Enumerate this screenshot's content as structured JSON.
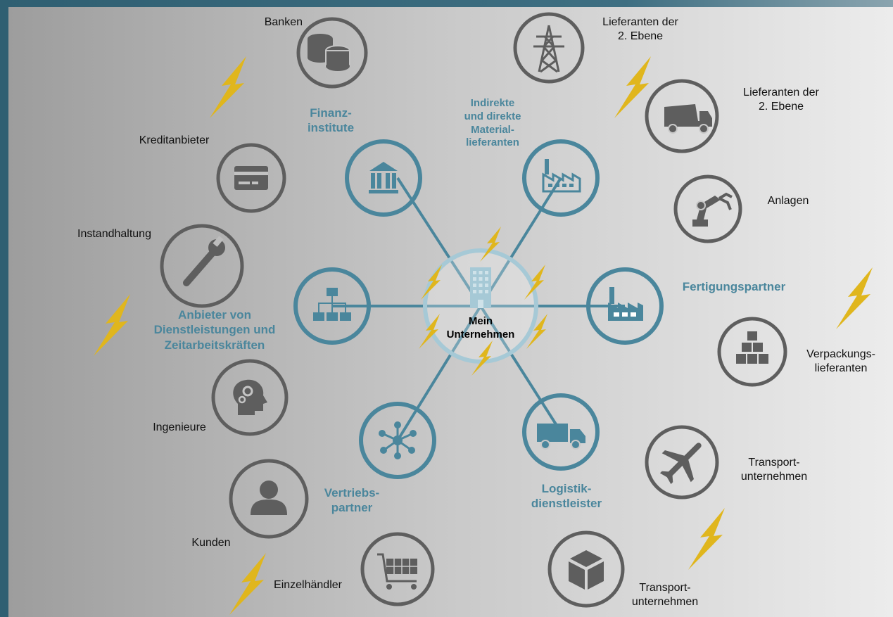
{
  "center": {
    "lines": [
      "Mein",
      "Unternehmen"
    ]
  },
  "categories": {
    "finance": [
      "Finanz-",
      "institute"
    ],
    "materials": [
      "Indirekte",
      "und direkte",
      "Material-",
      "lieferanten"
    ],
    "manufacturing": [
      "Fertigungspartner"
    ],
    "services": [
      "Anbieter von",
      "Dienstleistungen und",
      "Zeitarbeitskräften"
    ],
    "sales": [
      "Vertriebs-",
      "partner"
    ],
    "logistics": [
      "Logistik-",
      "dienstleister"
    ]
  },
  "outer": {
    "banks": [
      "Banken"
    ],
    "credit": [
      "Kreditanbieter"
    ],
    "maintenance": [
      "Instandhaltung"
    ],
    "engineers": [
      "Ingenieure"
    ],
    "customers": [
      "Kunden"
    ],
    "retailers": [
      "Einzelhändler"
    ],
    "supplier_tier2_a": [
      "Lieferanten der",
      "2. Ebene"
    ],
    "supplier_tier2_b": [
      "Lieferanten der",
      "2. Ebene"
    ],
    "equipment": [
      "Anlagen"
    ],
    "packaging": [
      "Verpackungs-",
      "lieferanten"
    ],
    "transport_a": [
      "Transport-",
      "unternehmen"
    ],
    "transport_b": [
      "Transport-",
      "unternehmen"
    ]
  },
  "colors": {
    "teal": "#4a869c",
    "light_teal": "#a6c9d6",
    "gray": "#5e5e5e",
    "lightning": "#e0b61d",
    "frame": "#3d6e82"
  },
  "icons": {
    "center": "office-building-icon",
    "finance": "bank-icon",
    "materials": "factory-icon",
    "manufacturing": "factory-icon",
    "services": "org-chart-icon",
    "sales": "network-icon",
    "logistics": "truck-icon",
    "banks": "coins-icon",
    "credit": "credit-card-icon",
    "maintenance": "wrench-icon",
    "engineers": "head-gears-icon",
    "customers": "person-icon",
    "retailers": "shopping-cart-icon",
    "supplier_tier2_a": "power-tower-icon",
    "supplier_tier2_b": "dump-truck-icon",
    "equipment": "robot-arm-icon",
    "packaging": "boxes-icon",
    "transport_a": "airplane-icon",
    "transport_b": "package-icon"
  }
}
